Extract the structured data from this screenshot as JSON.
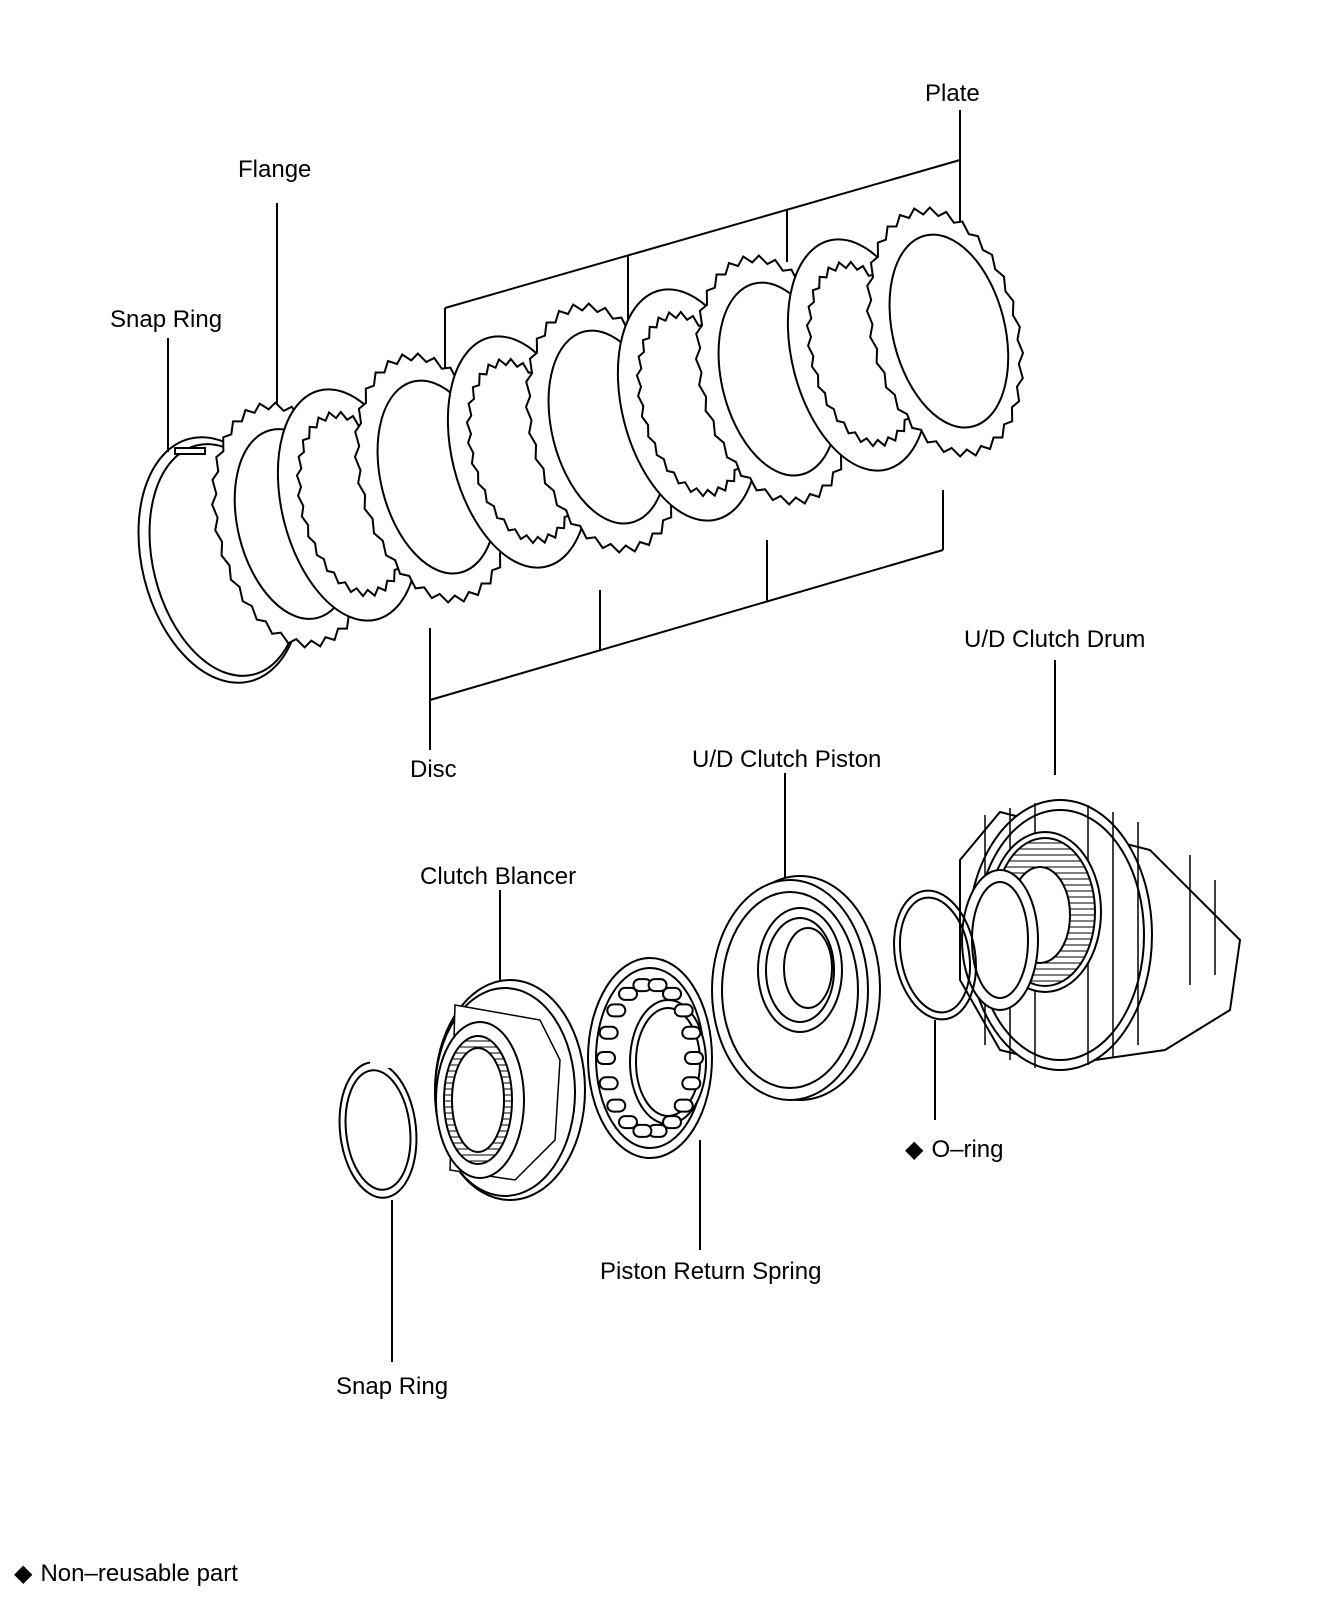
{
  "title": "",
  "labels": {
    "plate": "Plate",
    "flange": "Flange",
    "snap_ring_top": "Snap Ring",
    "disc": "Disc",
    "ud_clutch_drum": "U/D Clutch Drum",
    "ud_clutch_piston": "U/D Clutch Piston",
    "clutch_blancer": "Clutch Blancer",
    "o_ring": "O–ring",
    "piston_return_spring": "Piston Return Spring",
    "snap_ring_bottom": "Snap Ring"
  },
  "legend": {
    "symbol": "◆",
    "text": "Non–reusable part"
  },
  "colors": {
    "ink": "#000000",
    "background": "#ffffff"
  }
}
